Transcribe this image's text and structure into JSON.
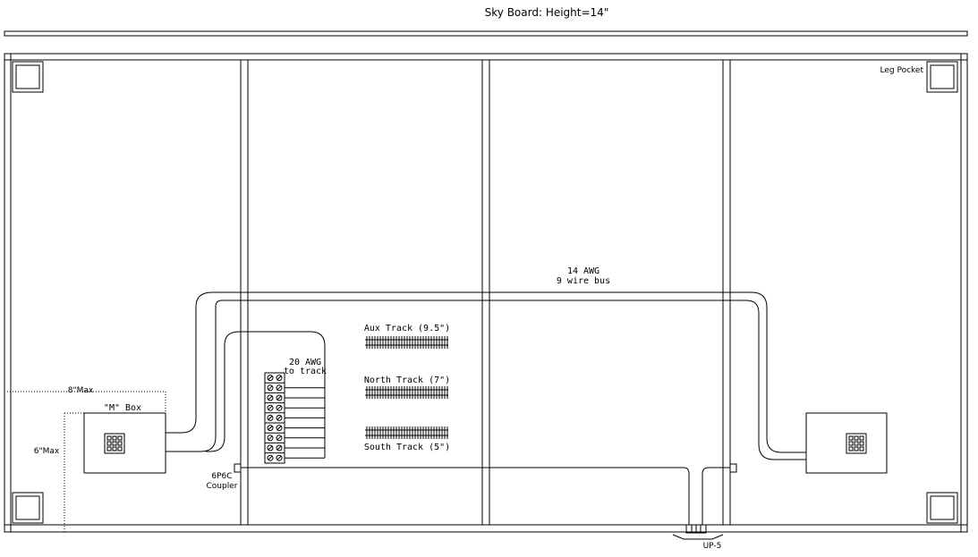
{
  "title": "Sky Board: Height=14\"",
  "labels": {
    "leg_pocket": "Leg Pocket",
    "bus_line1": "14 AWG",
    "bus_line2": "9 wire bus",
    "awg20_line1": "20 AWG",
    "awg20_line2": "to track",
    "aux_track": "Aux Track (9.5\")",
    "north_track": "North Track (7\")",
    "south_track": "South Track (5\")",
    "m_box": "\"M\" Box",
    "width_max": "8\"Max",
    "height_max": "6\"Max",
    "coupler_line1": "6P6C",
    "coupler_line2": "Coupler",
    "up5": "UP-5"
  }
}
